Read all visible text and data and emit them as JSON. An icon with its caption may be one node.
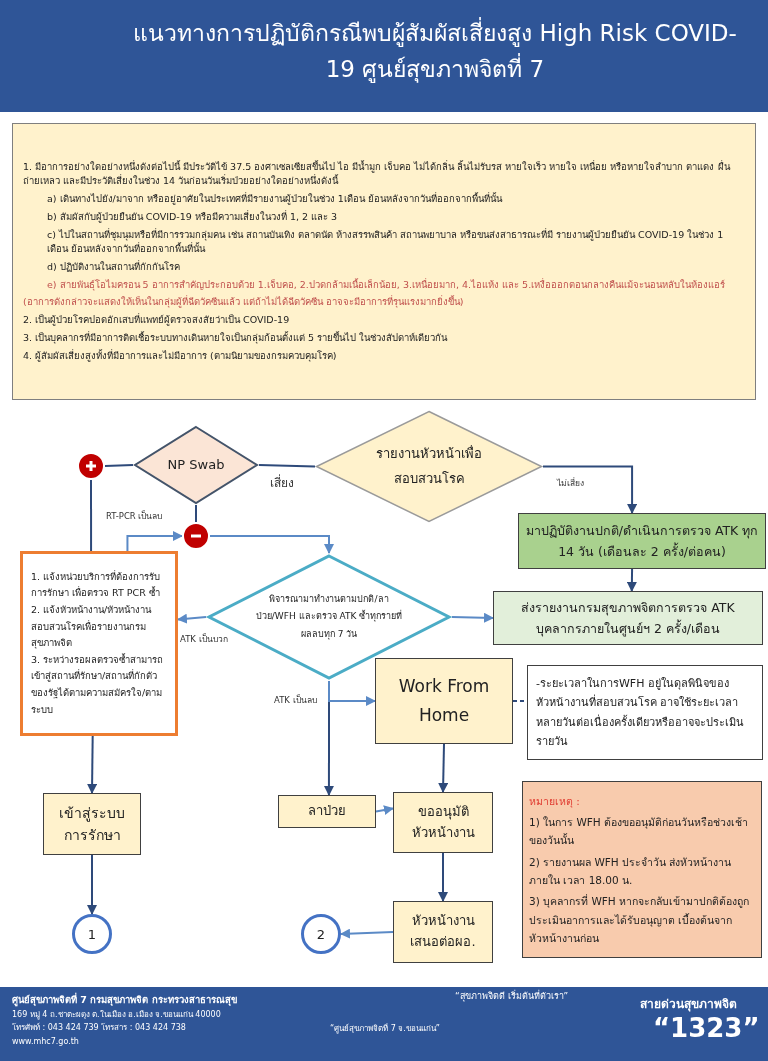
{
  "diagram": {
    "title": "แนวทางการปฏิบัติกรณีพบผู้สัมผัสเสี่ยงสูง High Risk COVID-19 ศูนย์สุขภาพจิตที่ 7",
    "nodes": [
      {
        "text": [
          "1. มีอาการอย่างใดอย่างหนึ่งดังต่อไปนี้ มีประวัติไข้ 37.5 องศาเซลเซียสขึ้นไป ไอ มีน้ำมูก เจ็บคอ ไม่ได้กลิ่น ลิ้นไม่รับรส หายใจเร็ว หายใจ เหนื่อย หรือหายใจลำบาก ตาแดง ผื่น ถ่ายเหลว และมีประวัติเสี่ยงในช่วง 14 วันก่อนวันเริ่มป่วยอย่างใดอย่างหนึ่งดังนี้",
          "a) เดินทางไปยัง/มาจาก หรืออยู่อาศัยในประเทศที่มีรายงานผู้ป่วยในช่วง 1เดือน ย้อนหลังจากวันที่ออกจากพื้นที่นั้น",
          "b) สัมผัสกับผู้ป่วยยืนยัน COVID-19 หรือมีความเสี่ยงในวงที่ 1, 2 และ 3",
          "c) ไปในสถานที่ชุมนุมหรือที่มีการรวมกลุ่มคน เช่น สถานบันเทิง ตลาดนัด ห้างสรรพสินค้า สถานพยาบาล หรือขนส่งสาธารณะที่มี รายงานผู้ป่วยยืนยัน COVID-19 ในช่วง 1 เดือน ย้อนหลังจากวันที่ออกจากพื้นที่นั้น",
          "d) ปฏิบัติงานในสถานที่กักกันโรค",
          "e) สายพันธุ์โอไมครอน 5 อาการสำคัญประกอบด้วย 1.เจ็บคอ, 2.ปวดกล้ามเนื้อเล็กน้อย, 3.เหนื่อยมาก, 4.ไอแห้ง และ 5.เหงื่อออกตอนกลางคืนแม้จะนอนหลับในห้องแอร์",
          "(อาการดังกล่าวจะแสดงให้เห็นในกลุ่มผู้ที่ฉีดวัคซีนแล้ว แต่ถ้าไม่ได้ฉีดวัคซีน อาจจะมีอาการที่รุนแรงมากยิ่งขึ้น)",
          "2. เป็นผู้ป่วยโรคปอดอักเสบที่แพทย์ผู้ตรวจสงสัยว่าเป็น COVID-19",
          "3. เป็นบุคลากรที่มีอาการติดเชื้อระบบทางเดินหายใจเป็นกลุ่มก้อนตั้งแต่ 5 รายขึ้นไป ในช่วงสัปดาห์เดียวกัน",
          "4. ผู้สัมผัสเสี่ยงสูงทั้งที่มีอาการและไม่มีอาการ (ตามนิยามของกรมควบคุมโรค)"
        ]
      },
      {
        "text": [],
        "shape": "circle"
      },
      {
        "text": [
          "NP Swab"
        ]
      },
      {
        "text": [
          "รายงานหัวหน้าเพื่อสอบสวนโรค"
        ]
      },
      {
        "text": [],
        "shape": "circle"
      },
      {
        "text": [
          "มาปฏิบัติงานปกติ/ดำเนินการตรวจ ATK ทุก 14 วัน (เดือนละ 2 ครั้ง/ต่อคน)"
        ]
      },
      {
        "text": [
          "1. แจ้งหน่วยบริการที่ต้องการรับการรักษา เพื่อตรวจ RT PCR ซ้ำ",
          "2. แจ้งหัวหน้างาน/หัวหน้างานสอบสวนโรคเพื่อรายงานกรมสุขภาพจิต",
          "3. ระหว่างรอผลตรวจซ้ำสามารถเข้าสู่สถานที่รักษา/สถานที่กักตัวของรัฐได้ตามความสมัครใจ/ตามระบบ"
        ]
      },
      {
        "text": [
          "พิจารณามาทำงานตามปกติ/ลาป่วย/WFH และตรวจ ATK ซ้ำทุกรายที่ผลลบทุก 7 วัน"
        ]
      },
      {
        "text": [
          "ส่งรายงานกรมสุขภาพจิตการตรวจ ATK บุคลากรภายในศูนย์ฯ 2 ครั้ง/เดือน"
        ]
      },
      {
        "text": [
          "Work From Home"
        ]
      },
      {
        "text": [
          "-ระยะเวลาในการWFH อยู่ในดุลพินิจของหัวหน้างานที่สอบสวนโรค อาจใช้ระยะเวลาหลายวันต่อเนื่องครั้งเดียวหรืออาจจะประเมินรายวัน"
        ]
      },
      {
        "text": [
          "เข้าสู่ระบบการรักษา"
        ]
      },
      {
        "text": [
          "ลาป่วย"
        ]
      },
      {
        "text": [
          "ขออนุมัติหัวหน้างาน"
        ]
      },
      {
        "text": [
          "หมายเหตุ :",
          "1) ในการ WFH ต้องขออนุมัติก่อนวันหรือช่วงเช้าของวันนั้น",
          "2) รายงานผล WFH ประจำวัน ส่งหัวหน้างานภายใน เวลา 18.00 น.",
          "3) บุคลากรที่ WFH หากจะกลับเข้ามาปกติต้องถูกประเมินอาการและได้รับอนุญาต เบื้องต้นจากหัวหน้างานก่อน"
        ]
      },
      {
        "text": [
          "1"
        ]
      },
      {
        "text": [
          "หัวหน้างานเสนอต่อผอ."
        ]
      },
      {
        "text": [
          "2"
        ]
      }
    ],
    "edges": [
      {
        "from": 2,
        "to": 1,
        "arrow": "none"
      },
      {
        "from": 1,
        "to": 6,
        "arrow": "none"
      },
      {
        "from": 3,
        "to": 2,
        "arrow": "none",
        "label": "เสี่ยง"
      },
      {
        "from": 3,
        "to": 5,
        "arrow": "to",
        "label": "ไม่เสี่ยง"
      },
      {
        "from": 5,
        "to": 8,
        "arrow": "to"
      },
      {
        "from": 2,
        "to": 4,
        "arrow": "none"
      },
      {
        "from": 6,
        "to": 4,
        "arrow": "to",
        "label": "RT-PCR เป็นลบ",
        "color": "#5b8ac6"
      },
      {
        "from": 4,
        "to": 7,
        "arrow": "to",
        "color": "#5b8ac6"
      },
      {
        "from": 7,
        "to": 6,
        "arrow": "to",
        "label": "ATK เป็นบวก",
        "color": "#5b8ac6"
      },
      {
        "from": 7,
        "to": 8,
        "arrow": "to",
        "color": "#5b8ac6"
      },
      {
        "from": 7,
        "to": 12,
        "arrow": "to"
      },
      {
        "from": 7,
        "to": 9,
        "arrow": "to",
        "label": "ATK เป็นลบ",
        "color": "#5b8ac6"
      },
      {
        "from": 9,
        "to": 10,
        "arrow": "none",
        "style": "dashed"
      },
      {
        "from": 6,
        "to": 11,
        "arrow": "to"
      },
      {
        "from": 11,
        "to": 15,
        "arrow": "to"
      },
      {
        "from": 9,
        "to": 13,
        "arrow": "to"
      },
      {
        "from": 12,
        "to": 13,
        "arrow": "to",
        "color": "#5b8ac6"
      },
      {
        "from": 13,
        "to": 16,
        "arrow": "to"
      },
      {
        "from": 16,
        "to": 17,
        "arrow": "to",
        "color": "#5b8ac6"
      }
    ],
    "labels": [
      "ศูนย์สุขภาพจิตที่ 7 กรมสุขภาพจิต กระทรวงสาธารณสุข",
      "169 หมู่ 4 ถ.ชาตะผดุง ต.ในเมือง อ.เมือง จ.ขอนแก่น 40000",
      "โทรศัพท์ : 043 424 739 โทรสาร : 043 424 738",
      "www.mhc7.go.th",
      "“ศูนย์สุขภาพจิตที่ 7 จ.ขอนแก่น”",
      "“สุขภาพจิตดี เริ่มต้นที่ตัวเรา”",
      "สายด่วนสุขภาพจิต",
      "“1323”"
    ]
  }
}
